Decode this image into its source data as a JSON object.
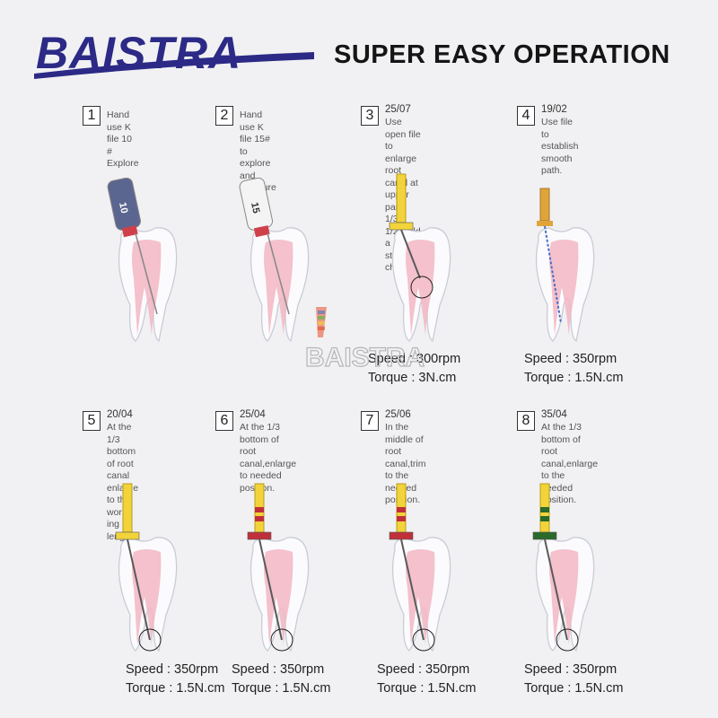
{
  "brand": {
    "logo_text": "BAISTRA",
    "watermark_text": "BAISTRA"
  },
  "title": "SUPER EASY OPERATION",
  "steps": [
    {
      "number": "1",
      "code": "",
      "description": "Hand use K file 10 #\nExplore",
      "file_label": "10",
      "handle": "k-file",
      "color": "#5b6690"
    },
    {
      "number": "2",
      "code": "",
      "description": "Hand use K file 15# to\nexplore and measure",
      "file_label": "15",
      "handle": "k-file",
      "color": "#f4f4f4"
    },
    {
      "number": "3",
      "code": "25/07",
      "description": "Use open file to enlarge\nroot canal at upper part\n1/3-1/2,build a straight\nchannel.",
      "handle": "rotary",
      "color": "#f2d43a",
      "speed": "Speed : 300rpm",
      "torque": "Torque : 3N.cm"
    },
    {
      "number": "4",
      "code": "19/02",
      "description": "Use file to establish\nsmooth path.",
      "handle": "pathfile",
      "color": "#e0a43a",
      "speed": "Speed : 350rpm",
      "torque": "Torque : 1.5N.cm"
    },
    {
      "number": "5",
      "code": "20/04",
      "description": "At the 1/3 bottom of root\ncanal enlarge to the work-\ning length.",
      "handle": "rotary",
      "color": "#f2d43a",
      "speed": "Speed : 350rpm",
      "torque": "Torque : 1.5N.cm"
    },
    {
      "number": "6",
      "code": "25/04",
      "description": "At the 1/3 bottom of root\ncanal,enlarge to needed\nposition.",
      "handle": "rotary",
      "color": "#c0303a",
      "speed": "Speed : 350rpm",
      "torque": "Torque : 1.5N.cm"
    },
    {
      "number": "7",
      "code": "25/06",
      "description": "In the middle of root\ncanal,trim to the needed\nposition.",
      "handle": "rotary",
      "color": "#c0303a",
      "speed": "Speed : 350rpm",
      "torque": "Torque : 1.5N.cm"
    },
    {
      "number": "8",
      "code": "35/04",
      "description": "At the 1/3 bottom of root\ncanal,enlarge to the\nneeded position.",
      "handle": "rotary",
      "color": "#2a6a2a",
      "speed": "Speed : 350rpm",
      "torque": "Torque : 1.5N.cm"
    }
  ]
}
